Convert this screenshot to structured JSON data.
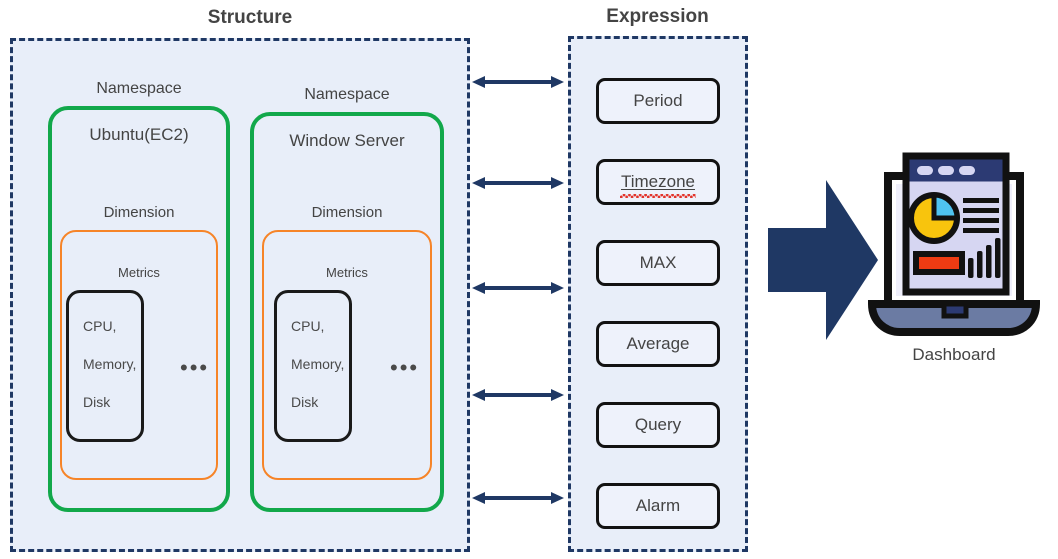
{
  "structure": {
    "title": "Structure",
    "namespaces": [
      {
        "label": "Namespace",
        "name": "Ubuntu(EC2)",
        "dimension_label": "Dimension",
        "metrics_label": "Metrics",
        "metrics": [
          "CPU,",
          "Memory,",
          "Disk"
        ],
        "more": "•••"
      },
      {
        "label": "Namespace",
        "name": "Window Server",
        "dimension_label": "Dimension",
        "metrics_label": "Metrics",
        "metrics": [
          "CPU,",
          "Memory,",
          "Disk"
        ],
        "more": "•••"
      }
    ]
  },
  "expression": {
    "title": "Expression",
    "items": [
      {
        "label": "Period",
        "misspelled": false
      },
      {
        "label": "Timezone",
        "misspelled": true
      },
      {
        "label": "MAX",
        "misspelled": false
      },
      {
        "label": "Average",
        "misspelled": false
      },
      {
        "label": "Query",
        "misspelled": false
      },
      {
        "label": "Alarm",
        "misspelled": false
      }
    ]
  },
  "connectors": {
    "count": 5,
    "style": "double-headed-arrow",
    "color": "#1F3864"
  },
  "output": {
    "caption": "Dashboard",
    "arrow_color": "#1F3864",
    "icon": "laptop-dashboard-icon"
  },
  "colors": {
    "panel_border": "#1F3864",
    "panel_fill": "#E8EEF9",
    "namespace": "#12A84B",
    "dimension": "#F68428",
    "metrics": "#1A1A1A",
    "text": "#444444",
    "spellcheck": "#E2342B",
    "pie_yellow": "#F8C40D",
    "pie_blue": "#4FC3F0",
    "bar_red": "#EE3B13",
    "laptop_base": "#6B7BA3",
    "laptop_screen": "#D6D6F2",
    "titlebar": "#2C3A73"
  }
}
